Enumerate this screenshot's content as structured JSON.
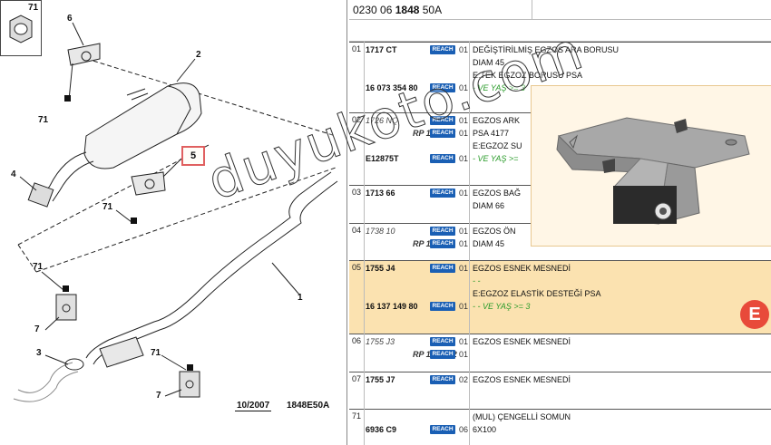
{
  "diagram": {
    "callouts": {
      "c71_ref": "71",
      "c6": "6",
      "c2": "2",
      "c71_a": "71",
      "c5": "5",
      "c4": "4",
      "c71_b": "71",
      "c1": "1",
      "c71_c": "71",
      "c7_a": "7",
      "c3": "3",
      "c71_d": "71",
      "c7_b": "7"
    },
    "footer_date": "10/2007",
    "footer_code": "1848E50A"
  },
  "table": {
    "title_prefix": "0230 06 ",
    "title_bold": "1848",
    "title_suffix": " 50A",
    "reach_label": "REACH",
    "groups": [
      {
        "num": "01",
        "lines": [
          {
            "pn": "1717 CT",
            "qty": "01",
            "desc": "DEĞİŞTİRİLMİŞ EGZOS ARA BORUSU"
          },
          {
            "desc": "DIAM 45"
          },
          {
            "desc": "E:TEK EGZOZ BORUSU PSA"
          },
          {
            "pn": "16 073 354 80",
            "qty": "01",
            "desc": "- VE YAŞ >= 3",
            "green": true
          }
        ]
      },
      {
        "num": "02",
        "lines": [
          {
            "pn": "1726 NQ",
            "qty": "01",
            "desc": "EGZOS ARK",
            "italic": true
          },
          {
            "alt": "RP 1730 J8",
            "qty": "01",
            "desc": "PSA 4177"
          },
          {
            "desc": "E:EGZOZ SU"
          },
          {
            "pn": "E12875T",
            "qty": "01",
            "desc": "- VE YAŞ >=",
            "green": true
          }
        ]
      },
      {
        "num": "03",
        "lines": [
          {
            "pn": "1713 66",
            "qty": "01",
            "desc": "EGZOS BAĞ"
          },
          {
            "desc": "DIAM 66"
          }
        ]
      },
      {
        "num": "04",
        "lines": [
          {
            "pn": "1738 10",
            "qty": "01",
            "desc": "EGZOS ÖN",
            "italic": true
          },
          {
            "alt": "RP 1736 31",
            "qty": "01",
            "desc": "DIAM 45"
          }
        ]
      },
      {
        "num": "05",
        "highlight": true,
        "lines": [
          {
            "pn": "1755 J4",
            "qty": "01",
            "desc": "EGZOS ESNEK MESNEDİ"
          },
          {
            "desc": "- -",
            "green": true
          },
          {
            "desc": "E:EGZOZ ELASTİK DESTEĞİ PSA"
          },
          {
            "pn": "16 137 149 80",
            "qty": "01",
            "desc": "- - VE YAŞ >= 3",
            "green": true
          }
        ]
      },
      {
        "num": "06",
        "lines": [
          {
            "pn": "1755 J3",
            "qty": "01",
            "desc": "EGZOS ESNEK MESNEDİ",
            "italic": true
          },
          {
            "alt": "RP 1755 R2",
            "qty": "01",
            "desc": ""
          }
        ]
      },
      {
        "num": "07",
        "lines": [
          {
            "pn": "1755 J7",
            "qty": "02",
            "desc": "EGZOS ESNEK MESNEDİ"
          }
        ]
      },
      {
        "num": "71",
        "lines": [
          {
            "desc": "(MUL) ÇENGELLİ SOMUN"
          },
          {
            "pn": "6936 C9",
            "qty": "06",
            "desc": "6X100"
          }
        ]
      }
    ]
  },
  "watermark": "duyukoto.com",
  "logo_letter": "E",
  "colors": {
    "reach": "#1a5fb4",
    "highlight": "#fbe2b0",
    "green_text": "#2a9b2a",
    "callout_box": "#e06060",
    "logo": "#e84a3a"
  }
}
